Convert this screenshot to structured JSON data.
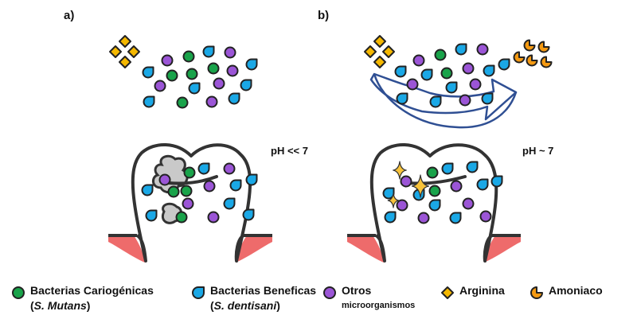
{
  "panels": [
    {
      "label": "a)",
      "ph": "pH << 7"
    },
    {
      "label": "b)",
      "ph": "pH ~ 7"
    }
  ],
  "legend": {
    "cariogenic": {
      "name": "Bacterias Cariogénicas",
      "species": "S. Mutans",
      "color": "#19a34a"
    },
    "beneficial": {
      "name": "Bacterias Beneficas",
      "species": "S. dentisani",
      "color": "#1aa8e6"
    },
    "others": {
      "line1": "Otros",
      "line2": "microorganismos",
      "color": "#9b55d6"
    },
    "arginine": {
      "name": "Arginina",
      "color": "#f5b800"
    },
    "ammonia": {
      "name": "Amoniaco",
      "color": "#f59a12"
    }
  },
  "colors": {
    "tooth_outline": "#333333",
    "gum": "#ee6b6b",
    "plaque": "#c9c9c9",
    "arrow": "#2f4f93",
    "spark": "#f8c33a"
  }
}
